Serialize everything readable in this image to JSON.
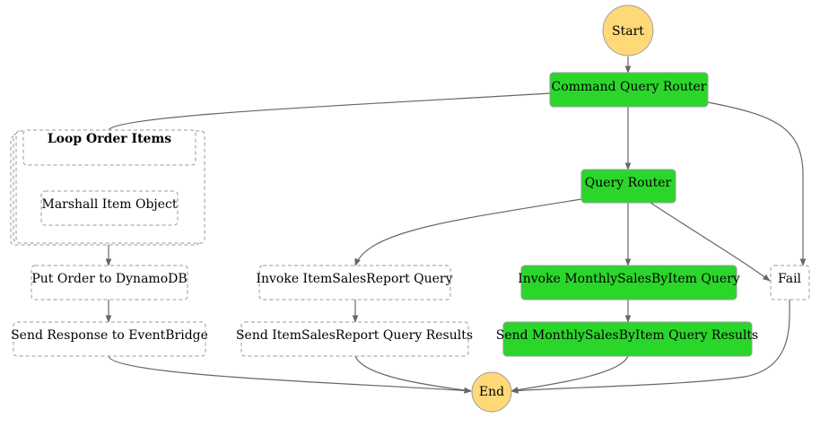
{
  "nodes": {
    "start": "Start",
    "command_query_router": "Command Query Router",
    "loop_order_items": "Loop Order Items",
    "marshall_item_object": "Marshall Item Object",
    "put_order": "Put Order to DynamoDB",
    "send_response": "Send Response to EventBridge",
    "query_router": "Query Router",
    "invoke_itemsalesreport": "Invoke ItemSalesReport Query",
    "send_itemsalesreport": "Send ItemSalesReport Query Results",
    "invoke_monthlysales": "Invoke MonthlySalesByItem Query",
    "send_monthlysales": "Send MonthlySalesByItem Query Results",
    "fail": "Fail",
    "end": "End"
  },
  "colors": {
    "active": "#2bd62b",
    "terminal": "#ffd978",
    "edge": "#666666",
    "border": "#999999"
  }
}
